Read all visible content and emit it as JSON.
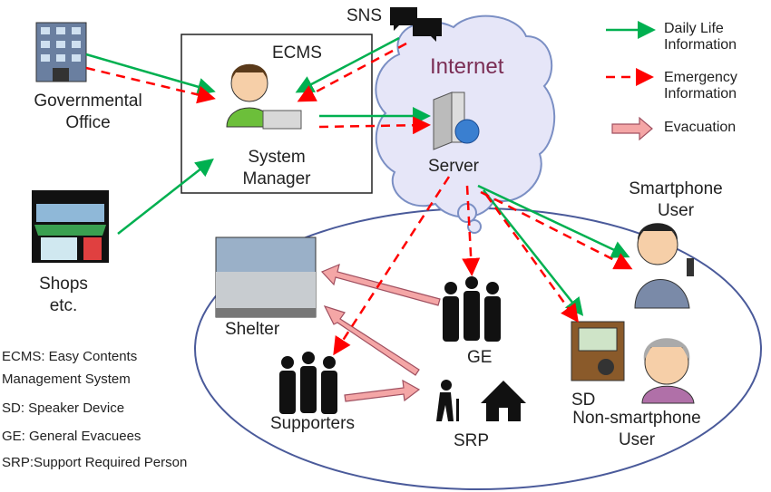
{
  "nodes": {
    "gov": [
      "Governmental",
      "Office"
    ],
    "shops": [
      "Shops",
      "etc."
    ],
    "ecms": "ECMS",
    "manager": [
      "System",
      "Manager"
    ],
    "sns": "SNS",
    "internet": "Internet",
    "server": "Server",
    "smartphone": [
      "Smartphone",
      "User"
    ],
    "shelter": "Shelter",
    "ge": "GE",
    "supporters": "Supporters",
    "srp": "SRP",
    "sd": "SD",
    "nonsmart": [
      "Non-smartphone",
      "User"
    ]
  },
  "legend": [
    {
      "label": [
        "Daily Life",
        "Information"
      ],
      "style": "green-solid",
      "color": "#00b050"
    },
    {
      "label": [
        "Emergency",
        "Information"
      ],
      "style": "red-dashed",
      "color": "#ff0000"
    },
    {
      "label": [
        "Evacuation",
        ""
      ],
      "style": "pink-block-arrow",
      "color": "#f4a6a6"
    }
  ],
  "abbreviations": [
    "ECMS: Easy Contents",
    "Management System",
    "SD: Speaker Device",
    "GE: General Evacuees",
    "SRP:Support Required Person"
  ],
  "colors": {
    "internet_text": "#7b2e55",
    "cloud": "#e6e6f8",
    "cloud_stroke": "#7b8fc4",
    "ellipse_stroke": "#4a5a9a"
  }
}
